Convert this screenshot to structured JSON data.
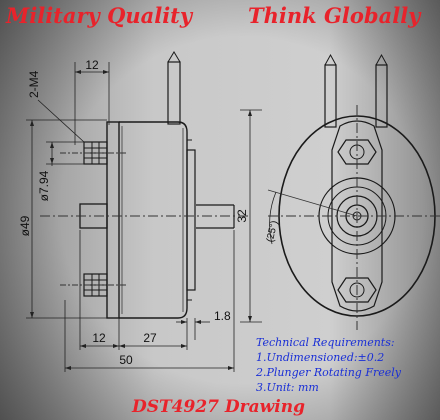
{
  "header": {
    "left_tagline": "Military  Quality",
    "right_tagline": "Think  Globally"
  },
  "drawing": {
    "title": "DST4927   Drawing",
    "dimensions": {
      "screw_spec": "2-M4",
      "screw_offset": "12",
      "hole_diameter": "ø7.94",
      "body_diameter": "ø49",
      "shaft_height": "32",
      "angle": "(25°)",
      "flange_thickness": "1.8",
      "front_length": "12",
      "body_length": "27",
      "total_length": "50"
    }
  },
  "tech_requirements": {
    "heading": "Technical Requirements:",
    "items": [
      "1.Undimensioned:±0.2",
      "2.Plunger  Rotating Freely",
      "3.Unit: mm"
    ]
  },
  "colors": {
    "background": "#5a5a5a",
    "paper": "#c9c9c9",
    "ink": "#111111",
    "banner_red": "#e8232b",
    "requirements_blue": "#1a2fd6"
  }
}
